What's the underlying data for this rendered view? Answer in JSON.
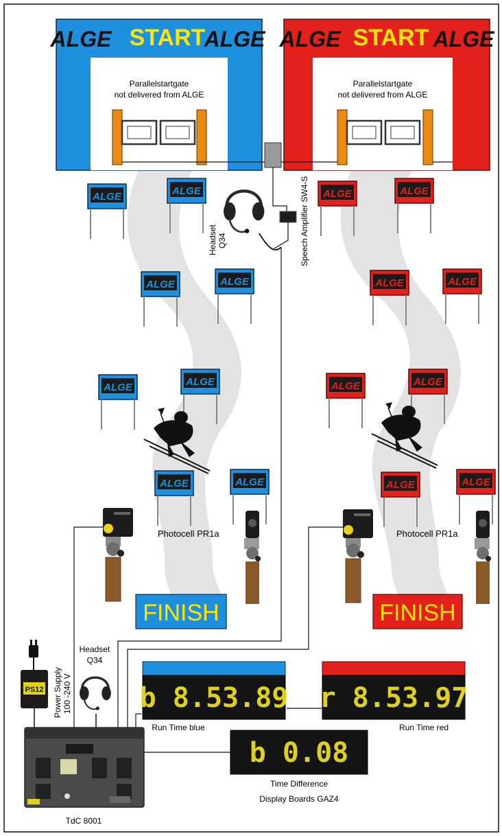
{
  "colors": {
    "blue": "#1e90dd",
    "red": "#e3211c",
    "start_text": "#ffe600",
    "post_orange": "#e98a12",
    "track": "#e3e3e3",
    "display_digit": "#e0d21a",
    "display_bg": "#141414"
  },
  "start_gates": {
    "brand": "ALGE",
    "start_label": "START",
    "gate_note_line1": "Parallelstartgate",
    "gate_note_line2": "not delivered from ALGE"
  },
  "course": {
    "flag_brand": "ALGE"
  },
  "photocell_label": "Photocell PR1a",
  "finish_label": "FINISH",
  "speech_amplifier_label": "Speech Amplifier SW4-S",
  "headset_top": {
    "line1": "Headset",
    "line2": "Q34"
  },
  "headset_bottom": {
    "line1": "Headset",
    "line2": "Q34"
  },
  "power_supply": {
    "badge": "PS12",
    "line1": "Power Supply",
    "line2": "100 -240 V"
  },
  "displays": {
    "blue": {
      "digits": "b 8.53.89",
      "caption": "Run Time blue"
    },
    "red": {
      "digits": "r 8.53.97",
      "caption": "Run Time red"
    },
    "diff": {
      "digits": "b 0.08",
      "caption": "Time Difference"
    },
    "group_caption": "Display Boards GAZ4"
  },
  "timer": {
    "label": "TdC 8001"
  },
  "icons": [
    "headset-icon",
    "skier-icon",
    "power-plug-icon",
    "timer-device-icon",
    "photocell-icon",
    "amplifier-icon"
  ]
}
